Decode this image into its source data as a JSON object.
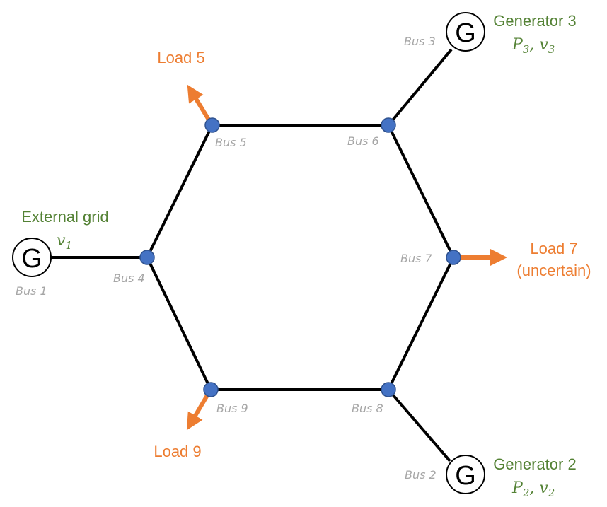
{
  "buses": {
    "bus1": "Bus 1",
    "bus2": "Bus 2",
    "bus3": "Bus 3",
    "bus4": "Bus 4",
    "bus5": "Bus 5",
    "bus6": "Bus 6",
    "bus7": "Bus 7",
    "bus8": "Bus 8",
    "bus9": "Bus 9"
  },
  "generators": {
    "symbol": "G",
    "external": {
      "title": "External grid",
      "var1": "v",
      "var1_sub": "1"
    },
    "gen3": {
      "title": "Generator 3",
      "var1": "P",
      "var1_sub": "3",
      "sep": ", ",
      "var2": "v",
      "var2_sub": "3"
    },
    "gen2": {
      "title": "Generator 2",
      "var1": "P",
      "var1_sub": "2",
      "sep": ", ",
      "var2": "v",
      "var2_sub": "2"
    }
  },
  "loads": {
    "load5": "Load 5",
    "load7_line1": "Load 7",
    "load7_line2": "(uncertain)",
    "load9": "Load 9"
  },
  "colors": {
    "bus_node": "#4472c4",
    "generator_text": "#548235",
    "load": "#ed7d31",
    "bus_label": "#a6a6a6",
    "line": "#000000"
  }
}
